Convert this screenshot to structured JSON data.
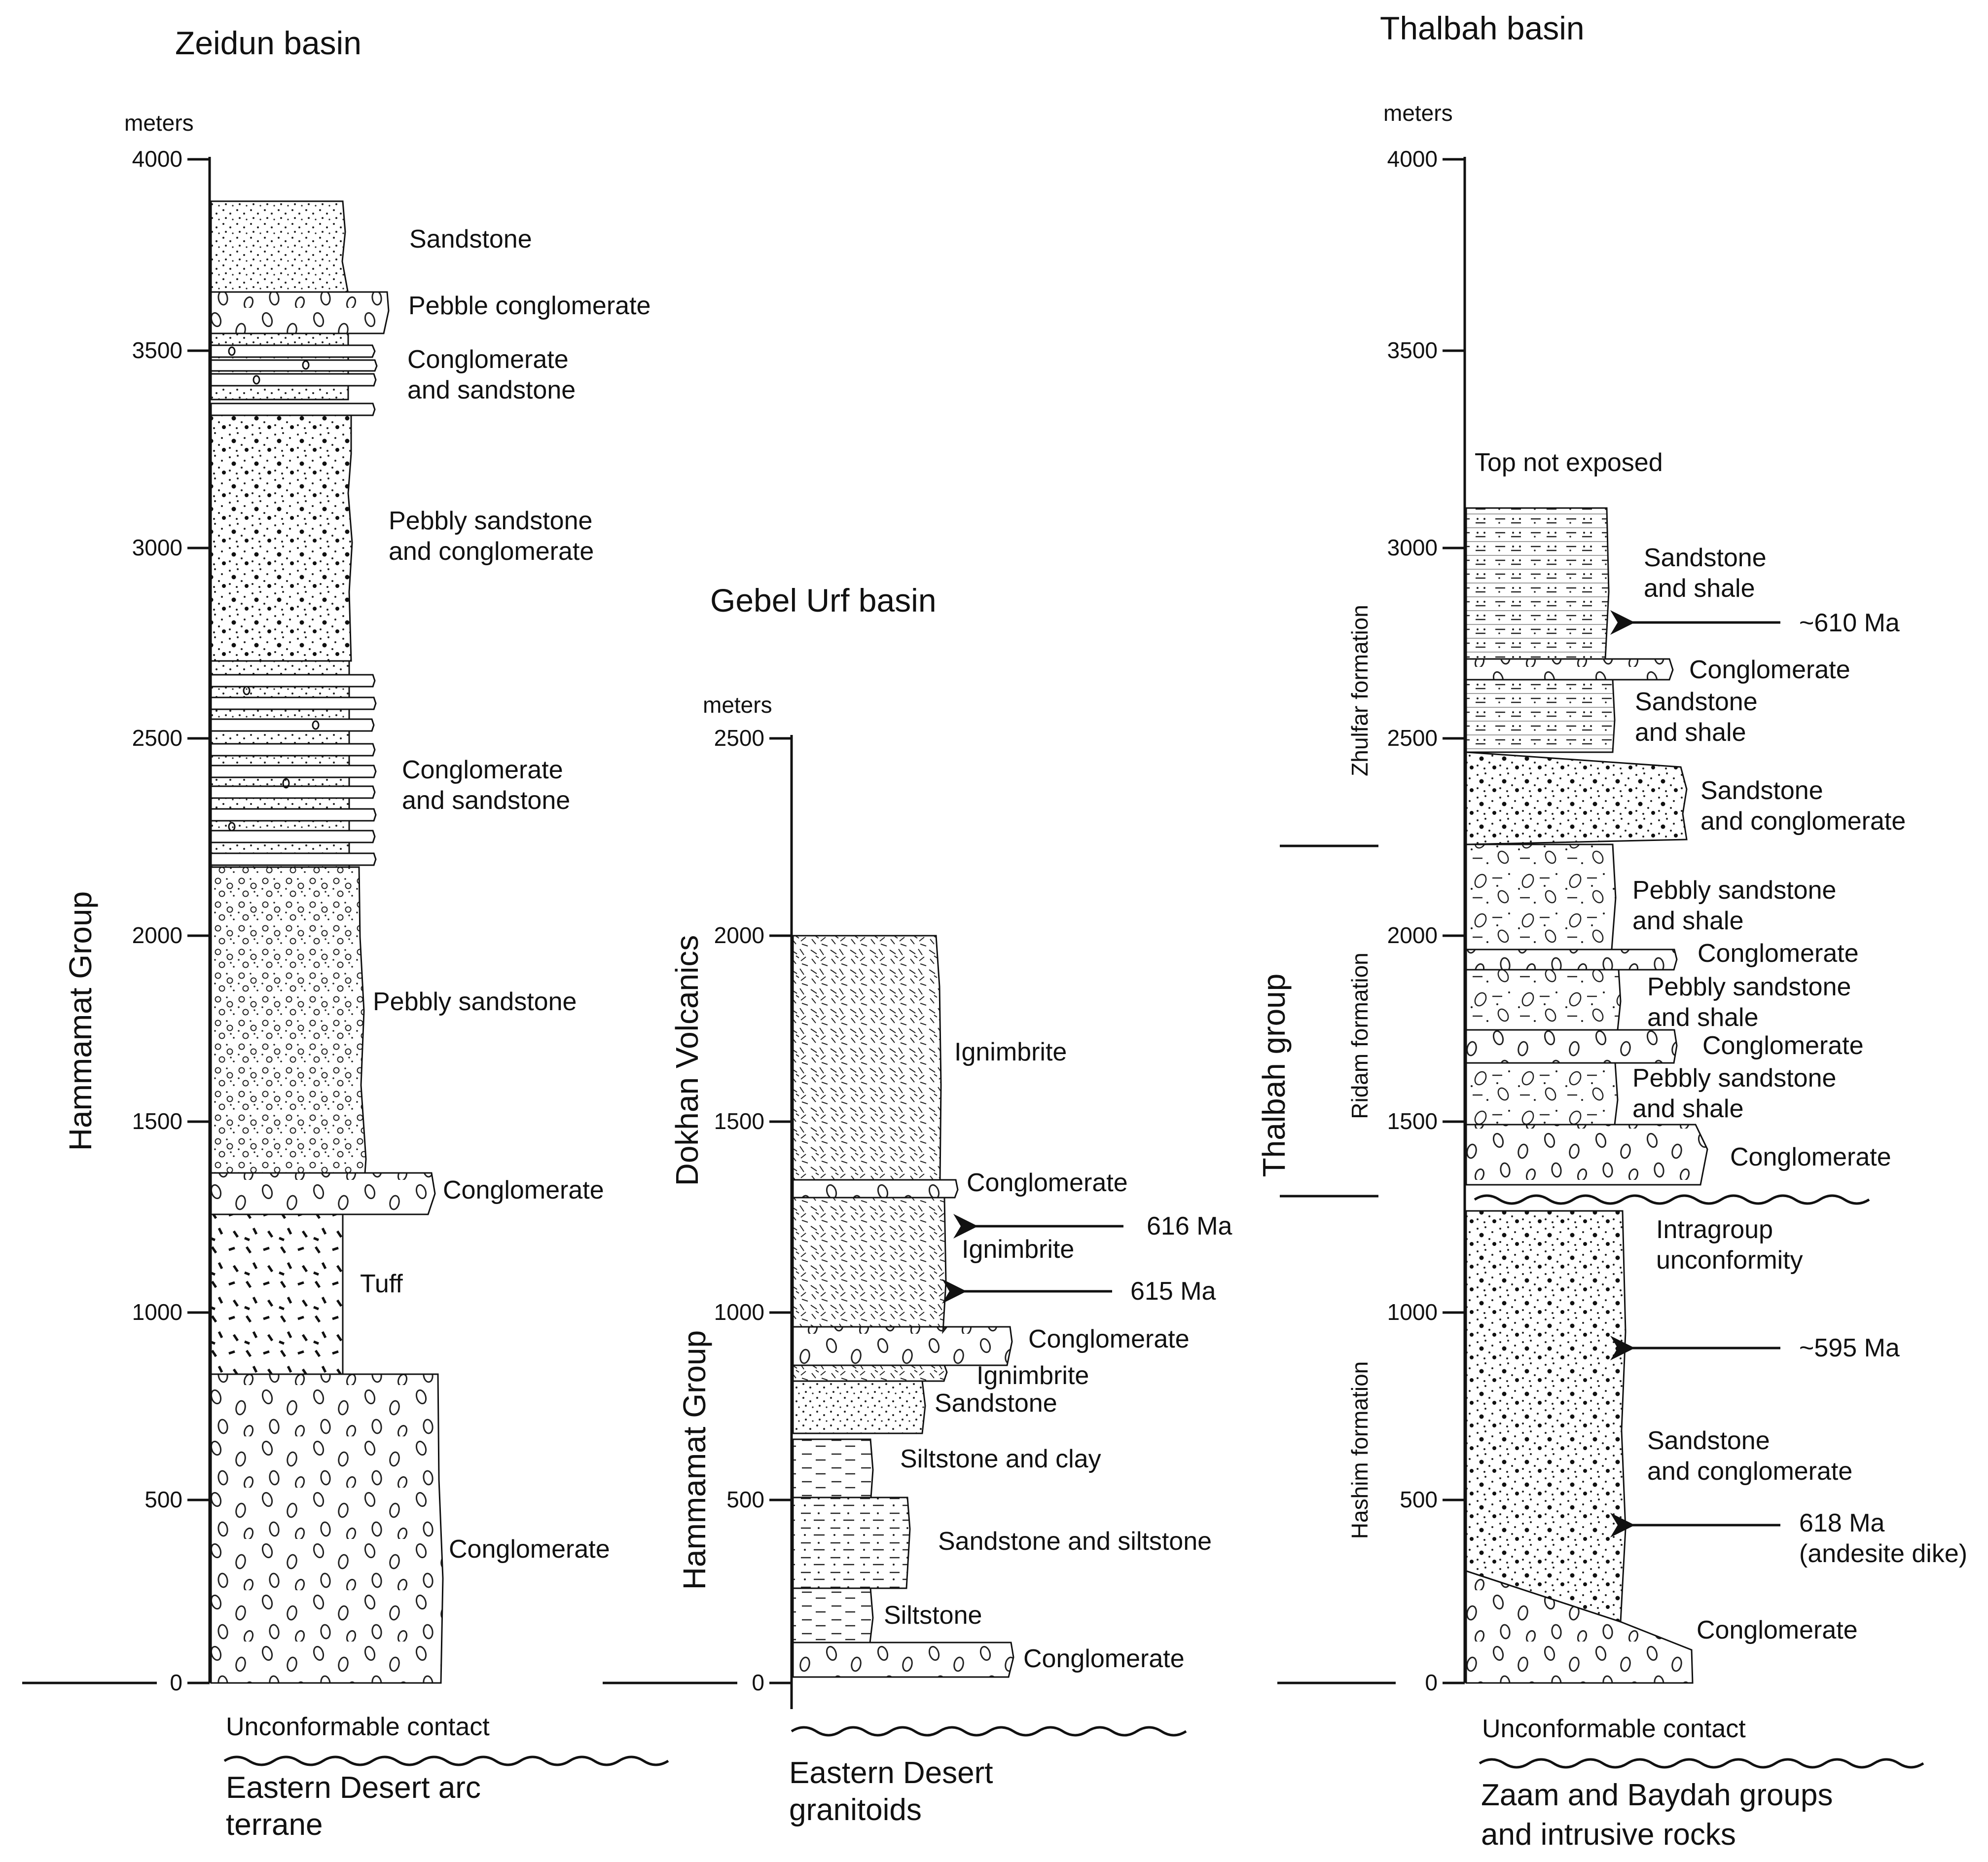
{
  "columns": [
    {
      "title": "Zeidun basin",
      "axis_unit": "meters",
      "ticks": [
        "4000",
        "3500",
        "3000",
        "2500",
        "2000",
        "1500",
        "1000",
        "500",
        "0"
      ],
      "group_label": "Hammamat Group",
      "units": [
        {
          "name": "Sandstone",
          "bottom_m": 3640,
          "top_m": 3880,
          "lithology": "sandstone"
        },
        {
          "name": "Pebble conglomerate",
          "bottom_m": 3520,
          "top_m": 3640,
          "lithology": "conglomerate"
        },
        {
          "name": "Conglomerate and sandstone",
          "bottom_m": 3350,
          "top_m": 3520,
          "lithology": "interbedded"
        },
        {
          "name": "Pebbly sandstone and conglomerate",
          "bottom_m": 2700,
          "top_m": 3350,
          "lithology": "pebbly-sandstone-conglomerate"
        },
        {
          "name": "Conglomerate and sandstone",
          "bottom_m": 2170,
          "top_m": 2700,
          "lithology": "interbedded"
        },
        {
          "name": "Pebbly sandstone",
          "bottom_m": 1370,
          "top_m": 2170,
          "lithology": "pebbly-sandstone"
        },
        {
          "name": "Conglomerate",
          "bottom_m": 1260,
          "top_m": 1370,
          "lithology": "conglomerate"
        },
        {
          "name": "Tuff",
          "bottom_m": 840,
          "top_m": 1260,
          "lithology": "tuff"
        },
        {
          "name": "Conglomerate",
          "bottom_m": 0,
          "top_m": 840,
          "lithology": "conglomerate"
        }
      ],
      "base_contact": "Unconformable contact",
      "basement": "Eastern Desert arc terrane"
    },
    {
      "title": "Gebel Urf basin",
      "axis_unit": "meters",
      "ticks": [
        "2500",
        "2000",
        "1500",
        "1000",
        "500",
        "0"
      ],
      "group_labels": [
        "Dokhan Volcanics",
        "Hammamat Group"
      ],
      "units": [
        {
          "name": "Ignimbrite",
          "bottom_m": 1340,
          "top_m": 2000,
          "lithology": "ignimbrite"
        },
        {
          "name": "Conglomerate",
          "bottom_m": 1290,
          "top_m": 1340,
          "lithology": "conglomerate"
        },
        {
          "name": "Ignimbrite",
          "bottom_m": 950,
          "top_m": 1290,
          "lithology": "ignimbrite"
        },
        {
          "name": "Conglomerate",
          "bottom_m": 850,
          "top_m": 950,
          "lithology": "conglomerate"
        },
        {
          "name": "Ignimbrite",
          "bottom_m": 800,
          "top_m": 850,
          "lithology": "ignimbrite"
        },
        {
          "name": "Sandstone",
          "bottom_m": 650,
          "top_m": 800,
          "lithology": "sandstone"
        },
        {
          "name": "Siltstone and clay",
          "bottom_m": 480,
          "top_m": 650,
          "lithology": "siltstone"
        },
        {
          "name": "Sandstone and siltstone",
          "bottom_m": 240,
          "top_m": 480,
          "lithology": "sandstone-siltstone"
        },
        {
          "name": "Siltstone",
          "bottom_m": 100,
          "top_m": 240,
          "lithology": "siltstone"
        },
        {
          "name": "Conglomerate",
          "bottom_m": 0,
          "top_m": 100,
          "lithology": "conglomerate"
        }
      ],
      "ages": [
        {
          "label": "616 Ma",
          "at_m": 1230
        },
        {
          "label": "615 Ma",
          "at_m": 1060
        }
      ],
      "basement": "Eastern Desert granitoids"
    },
    {
      "title": "Thalbah basin",
      "axis_unit": "meters",
      "ticks": [
        "4000",
        "3500",
        "3000",
        "2500",
        "2000",
        "1500",
        "1000",
        "500",
        "0"
      ],
      "group_label": "Thalbah group",
      "formations": [
        "Zhulfar formation",
        "Ridam formation",
        "Hashim formation"
      ],
      "top_note": "Top not exposed",
      "units": [
        {
          "name": "Sandstone and shale",
          "bottom_m": 2700,
          "top_m": 3100,
          "lithology": "sandstone-shale"
        },
        {
          "name": "Conglomerate",
          "bottom_m": 2650,
          "top_m": 2700,
          "lithology": "conglomerate"
        },
        {
          "name": "Sandstone and shale",
          "bottom_m": 2470,
          "top_m": 2650,
          "lithology": "sandstone-shale"
        },
        {
          "name": "Sandstone and conglomerate",
          "bottom_m": 2220,
          "top_m": 2470,
          "lithology": "sandstone-conglomerate"
        },
        {
          "name": "Pebbly sandstone and shale",
          "bottom_m": 1960,
          "top_m": 2220,
          "lithology": "pebbly-shale"
        },
        {
          "name": "Conglomerate",
          "bottom_m": 1900,
          "top_m": 1960,
          "lithology": "conglomerate"
        },
        {
          "name": "Pebbly sandstone and shale",
          "bottom_m": 1750,
          "top_m": 1900,
          "lithology": "pebbly-shale"
        },
        {
          "name": "Conglomerate",
          "bottom_m": 1660,
          "top_m": 1750,
          "lithology": "conglomerate"
        },
        {
          "name": "Pebbly sandstone and shale",
          "bottom_m": 1500,
          "top_m": 1660,
          "lithology": "pebbly-shale"
        },
        {
          "name": "Conglomerate",
          "bottom_m": 1310,
          "top_m": 1500,
          "lithology": "conglomerate"
        },
        {
          "name": "Sandstone and conglomerate",
          "bottom_m": 170,
          "top_m": 1250,
          "lithology": "sandstone-conglomerate"
        },
        {
          "name": "Conglomerate",
          "bottom_m": 0,
          "top_m": 300,
          "lithology": "conglomerate"
        }
      ],
      "unconformity": [
        "Intragroup",
        "unconformity"
      ],
      "ages": [
        {
          "label": "~610 Ma",
          "at_m": 2800
        },
        {
          "label": "~595 Ma",
          "at_m": 900
        },
        {
          "label": "618 Ma",
          "label2": "(andesite dike)",
          "at_m": 420
        }
      ],
      "base_contact": "Unconformable contact",
      "basement": [
        "Zaam and Baydah groups",
        "and intrusive rocks"
      ]
    }
  ]
}
